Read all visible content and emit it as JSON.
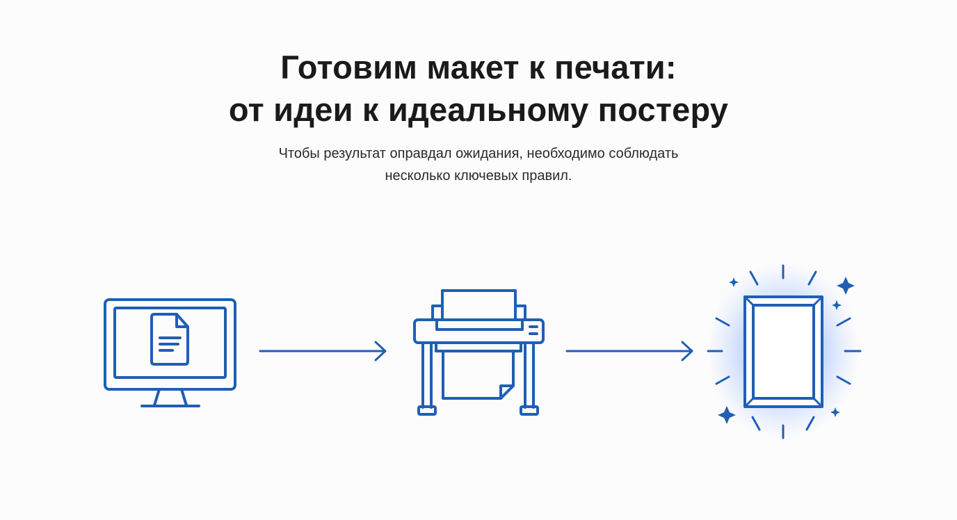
{
  "header": {
    "title_line1": "Готовим макет к печати:",
    "title_line2": "от идеи к идеальному постеру",
    "subtitle_line1": "Чтобы результат оправдал ожидания, необходимо соблюдать",
    "subtitle_line2": "несколько ключевых правил."
  },
  "diagram": {
    "accent_color": "#1f5fb5",
    "glow_color": "#3d7bff",
    "steps": [
      {
        "icon": "monitor-document-icon"
      },
      {
        "icon": "large-format-printer-icon"
      },
      {
        "icon": "glowing-poster-frame-icon"
      }
    ]
  }
}
